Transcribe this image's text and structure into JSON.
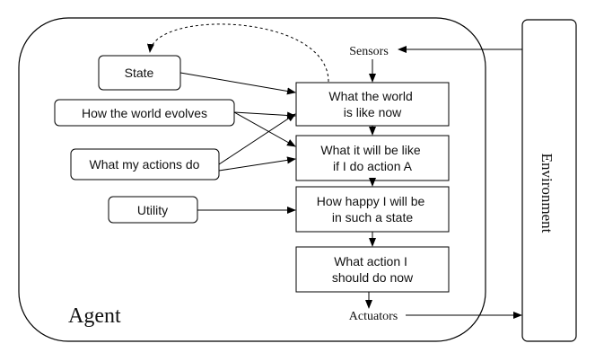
{
  "agent": {
    "label": "Agent"
  },
  "environment": {
    "label": "Environment"
  },
  "io": {
    "sensors": "Sensors",
    "actuators": "Actuators"
  },
  "inputs": {
    "state": "State",
    "world_evolves": "How the world evolves",
    "my_actions": "What my actions do",
    "utility": "Utility"
  },
  "pipeline": {
    "world_now": [
      "What the world",
      "is like now"
    ],
    "if_action": [
      "What it will be like",
      "if I do action A"
    ],
    "happiness": [
      "How happy I will be",
      "in such a state"
    ],
    "action": [
      "What action I",
      "should do now"
    ]
  },
  "colors": {
    "stroke": "#000000",
    "fill": "#ffffff",
    "text": "#111111"
  }
}
